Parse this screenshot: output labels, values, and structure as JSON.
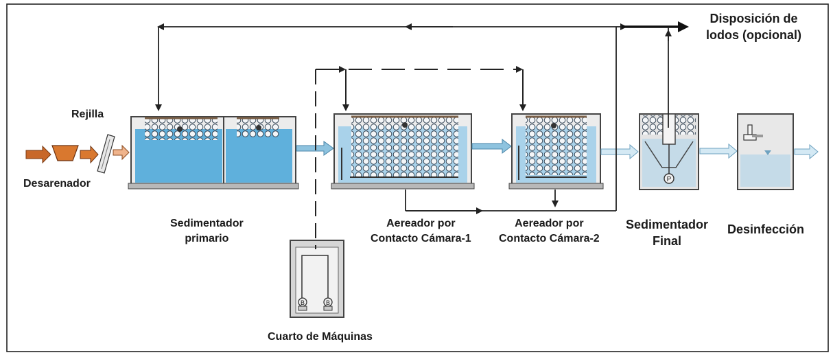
{
  "labels": {
    "rejilla": "Rejilla",
    "desarenador": "Desarenador",
    "sedimentador_primario": [
      "Sedimentador",
      "primario"
    ],
    "cuarto_maquinas": "Cuarto de Máquinas",
    "aereador_1": [
      "Aereador por",
      "Contacto Cámara-1"
    ],
    "aereador_2": [
      "Aereador por",
      "Contacto Cámara-2"
    ],
    "sedimentador_final": [
      "Sedimentador",
      "Final"
    ],
    "desinfeccion": "Desinfección",
    "disposicion_lodos": [
      "Disposición de",
      "lodos (opcional)"
    ]
  },
  "pump_symbol": "P",
  "blower_symbol": "B",
  "colors": {
    "water": "#6cb6dc",
    "water_light": "#b9d9ea",
    "tank_wall": "#555555",
    "orange_arrow": "#c8682a",
    "blue_arrow": "#8ec3df",
    "line": "#222222",
    "machine_room": "#d9d9d9"
  }
}
